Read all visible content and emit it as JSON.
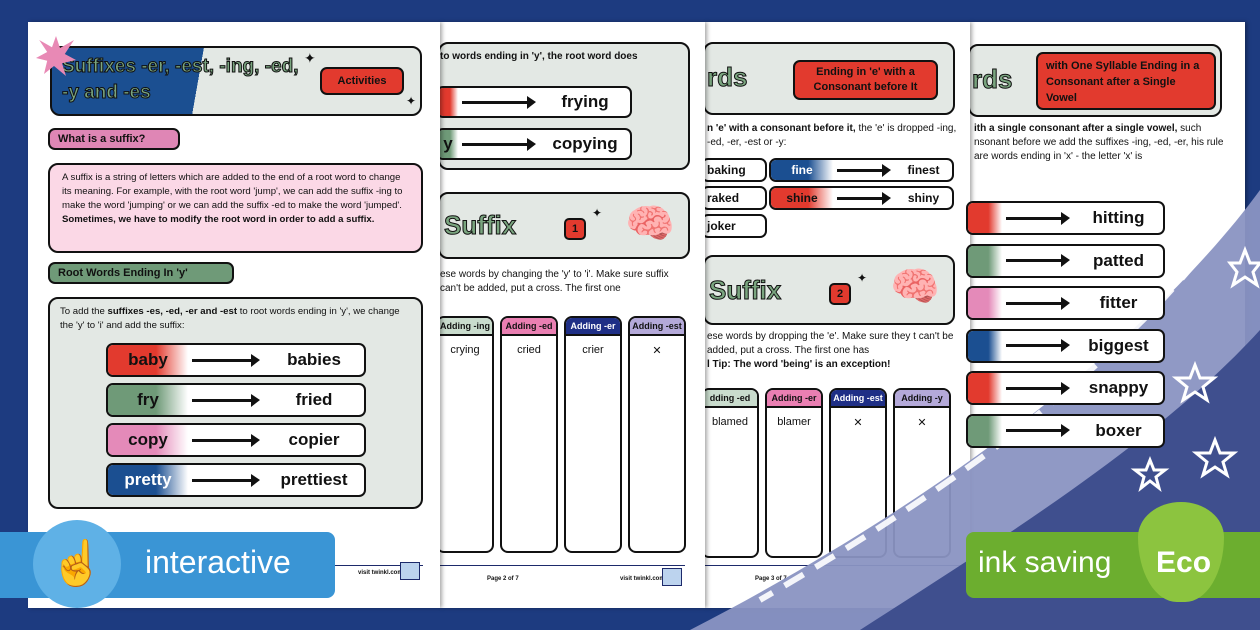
{
  "page1": {
    "title": "Suffixes -er, -est, -ing, -ed, -y and -es",
    "badge": "Activities",
    "what_heading": "What is a suffix?",
    "what_text": "A suffix is a string of letters which are added to the end of a root word to change its meaning. For example, with the root word 'jump', we can add the suffix -ing to make the word 'jumping' or we can add the suffix -ed to make the word 'jumped'.",
    "what_text_bold": " Sometimes, we have to modify the root word in order to add a suffix.",
    "root_heading": "Root Words Ending In 'y'",
    "root_text_a": "To add the ",
    "root_text_b": "suffixes -es, -ed, -er and -est",
    "root_text_c": " to root words ending in 'y', we change the 'y' to 'i' and add the suffix:",
    "rows": [
      {
        "from": "baby",
        "to": "babies",
        "color": "#e23a2e"
      },
      {
        "from": "fry",
        "to": "fried",
        "color": "#6f9a78"
      },
      {
        "from": "copy",
        "to": "copier",
        "color": "#e48ab9"
      },
      {
        "from": "pretty",
        "to": "prettiest",
        "color": "#1b4f91"
      }
    ],
    "website": "visit twinkl.com"
  },
  "page2": {
    "top_text": "to words ending in 'y', the root word does",
    "rows": [
      {
        "from": "",
        "to": "frying",
        "color": "#e23a2e"
      },
      {
        "from": "y",
        "to": "copying",
        "color": "#6f9a78"
      }
    ],
    "suffix_title": "Suffix",
    "suffix_num": "1",
    "instr": "ese words by changing the 'y' to 'i'. Make sure suffix can't be added, put a cross. The first one",
    "columns": [
      {
        "h": "Adding -ing",
        "v": "crying",
        "c": "#c9dccd"
      },
      {
        "h": "Adding -ed",
        "v": "cried",
        "c": "#ea7fb2"
      },
      {
        "h": "Adding -er",
        "v": "crier",
        "c": "#1f2f86"
      },
      {
        "h": "Adding -est",
        "v": "✕",
        "c": "#b4a9d9"
      }
    ],
    "page_label": "Page 2 of 7",
    "website": "visit twinkl.com"
  },
  "page3": {
    "badge": "Ending in 'e' with a Consonant before It",
    "text_bold": "n 'e' with a consonant before it,",
    "text": " the 'e' is dropped -ing, -ed, -er, -est or -y:",
    "words": [
      "baking",
      "raked",
      "joker"
    ],
    "rows": [
      {
        "from": "fine",
        "to": "finest",
        "color": "#1b4f91"
      },
      {
        "from": "shine",
        "to": "shiny",
        "color": "#e23a2e"
      }
    ],
    "suffix_title": "Suffix",
    "suffix_num": "2",
    "instr": "ese words by dropping the 'e'. Make sure they t can't be added, put a cross. The first one has",
    "tip": "l Tip: The word 'being' is an exception!",
    "columns": [
      {
        "h": "dding -ed",
        "v": "blamed",
        "c": "#c9dccd"
      },
      {
        "h": "Adding -er",
        "v": "blamer",
        "c": "#ea7fb2"
      },
      {
        "h": "Adding -est",
        "v": "✕",
        "c": "#1f2f86"
      },
      {
        "h": "Adding -y",
        "v": "✕",
        "c": "#b4a9d9"
      }
    ],
    "page_label": "Page 3 of 7"
  },
  "page4": {
    "badge": "with One Syllable Ending in a Consonant after a Single Vowel",
    "text_bold": "ith a single consonant after a single vowel,",
    "text": " such nsonant before we add the suffixes -ing, -ed, -er, his rule are words ending in 'x' - the letter 'x' is",
    "rows": [
      {
        "to": "hitting",
        "color": "#e23a2e"
      },
      {
        "to": "patted",
        "color": "#6f9a78"
      },
      {
        "to": "fitter",
        "color": "#e48ab9"
      },
      {
        "to": "biggest",
        "color": "#1b4f91"
      },
      {
        "to": "snappy",
        "color": "#e23a2e"
      },
      {
        "to": "boxer",
        "color": "#6f9a78"
      }
    ]
  },
  "header_partial": "rds",
  "interactive_label": "interactive",
  "eco": {
    "label": "ink saving",
    "badge": "Eco"
  }
}
